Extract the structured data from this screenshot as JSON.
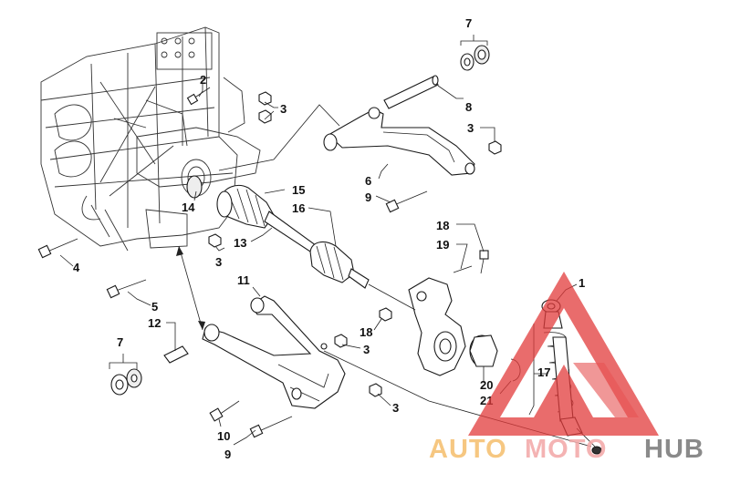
{
  "callouts": {
    "c1": "1",
    "c2": "2",
    "c3a": "3",
    "c3b": "3",
    "c3c": "3",
    "c3d": "3",
    "c3e": "3",
    "c4": "4",
    "c5": "5",
    "c6": "6",
    "c7a": "7",
    "c7b": "7",
    "c8": "8",
    "c9a": "9",
    "c9b": "9",
    "c10": "10",
    "c11": "11",
    "c12": "12",
    "c13": "13",
    "c14": "14",
    "c15": "15",
    "c16": "16",
    "c17": "17",
    "c18a": "18",
    "c18b": "18",
    "c19": "19",
    "c20": "20",
    "c21": "21"
  },
  "watermark": {
    "word1": "AUTO",
    "word2": "MOTO",
    "word3": "HUB",
    "color_auto": "#f5c070",
    "color_moto": "#f3a9a9",
    "color_hub": "#7a7a7a",
    "triangle_color": "#e23b3b"
  }
}
